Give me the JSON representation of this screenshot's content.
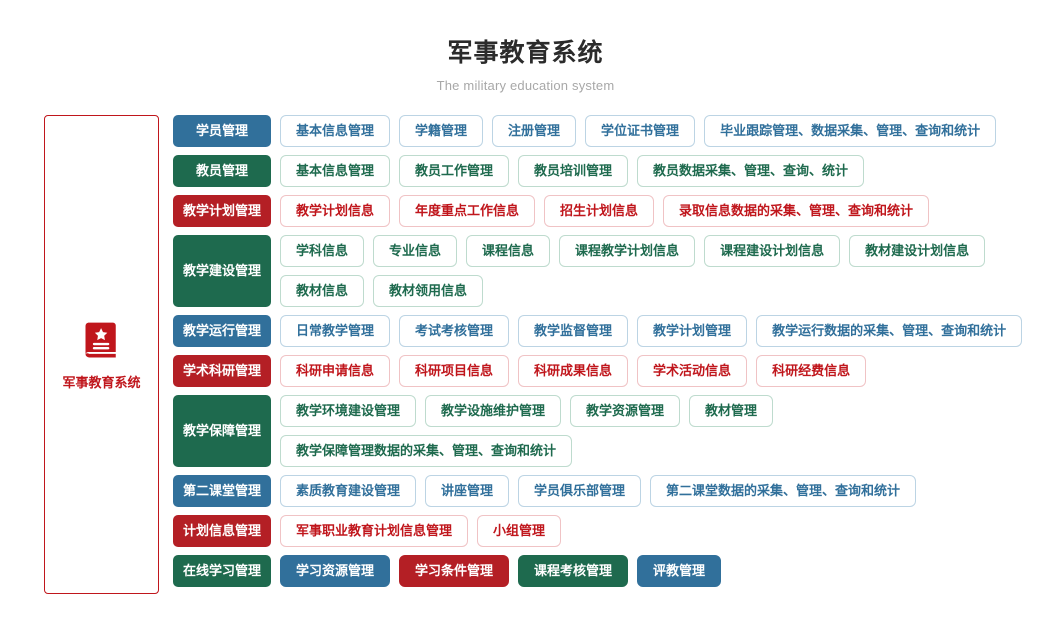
{
  "header": {
    "title": "军事教育系统",
    "subtitle": "The military education system"
  },
  "root": {
    "label": "军事教育系统",
    "icon": "book-star-icon",
    "border_color": "#c0161c",
    "text_color": "#c0161c"
  },
  "colors": {
    "blue": "#31709b",
    "green": "#1e6a4e",
    "red": "#b41f25",
    "red_text": "#c0161c",
    "title": "#2b2b2b",
    "subtitle": "#a8a8a8"
  },
  "rows": [
    {
      "category": "学员管理",
      "theme": "blue",
      "items": [
        {
          "label": "基本信息管理",
          "style": "outline",
          "theme": "blue"
        },
        {
          "label": "学籍管理",
          "style": "outline",
          "theme": "blue"
        },
        {
          "label": "注册管理",
          "style": "outline",
          "theme": "blue"
        },
        {
          "label": "学位证书管理",
          "style": "outline",
          "theme": "blue"
        },
        {
          "label": "毕业跟踪管理、数据采集、管理、查询和统计",
          "style": "outline",
          "theme": "blue"
        }
      ]
    },
    {
      "category": "教员管理",
      "theme": "green",
      "items": [
        {
          "label": "基本信息管理",
          "style": "outline",
          "theme": "green"
        },
        {
          "label": "教员工作管理",
          "style": "outline",
          "theme": "green"
        },
        {
          "label": "教员培训管理",
          "style": "outline",
          "theme": "green"
        },
        {
          "label": "教员数据采集、管理、查询、统计",
          "style": "outline",
          "theme": "green"
        }
      ]
    },
    {
      "category": "教学计划管理",
      "theme": "red",
      "items": [
        {
          "label": "教学计划信息",
          "style": "outline",
          "theme": "red"
        },
        {
          "label": "年度重点工作信息",
          "style": "outline",
          "theme": "red"
        },
        {
          "label": "招生计划信息",
          "style": "outline",
          "theme": "red"
        },
        {
          "label": "录取信息数据的采集、管理、查询和统计",
          "style": "outline",
          "theme": "red"
        }
      ]
    },
    {
      "category": "教学建设管理",
      "theme": "green",
      "tall": true,
      "items": [
        {
          "label": "学科信息",
          "style": "outline",
          "theme": "green"
        },
        {
          "label": "专业信息",
          "style": "outline",
          "theme": "green"
        },
        {
          "label": "课程信息",
          "style": "outline",
          "theme": "green"
        },
        {
          "label": "课程教学计划信息",
          "style": "outline",
          "theme": "green"
        },
        {
          "label": "课程建设计划信息",
          "style": "outline",
          "theme": "green"
        },
        {
          "label": "教材建设计划信息",
          "style": "outline",
          "theme": "green"
        },
        {
          "label": "教材信息",
          "style": "outline",
          "theme": "green"
        },
        {
          "label": "教材领用信息",
          "style": "outline",
          "theme": "green"
        }
      ]
    },
    {
      "category": "教学运行管理",
      "theme": "blue",
      "items": [
        {
          "label": "日常教学管理",
          "style": "outline",
          "theme": "blue"
        },
        {
          "label": "考试考核管理",
          "style": "outline",
          "theme": "blue"
        },
        {
          "label": "教学监督管理",
          "style": "outline",
          "theme": "blue"
        },
        {
          "label": "教学计划管理",
          "style": "outline",
          "theme": "blue"
        },
        {
          "label": "教学运行数据的采集、管理、查询和统计",
          "style": "outline",
          "theme": "blue"
        }
      ]
    },
    {
      "category": "学术科研管理",
      "theme": "red",
      "items": [
        {
          "label": "科研申请信息",
          "style": "outline",
          "theme": "red"
        },
        {
          "label": "科研项目信息",
          "style": "outline",
          "theme": "red"
        },
        {
          "label": "科研成果信息",
          "style": "outline",
          "theme": "red"
        },
        {
          "label": "学术活动信息",
          "style": "outline",
          "theme": "red"
        },
        {
          "label": "科研经费信息",
          "style": "outline",
          "theme": "red"
        }
      ]
    },
    {
      "category": "教学保障管理",
      "theme": "green",
      "items": [
        {
          "label": "教学环境建设管理",
          "style": "outline",
          "theme": "green"
        },
        {
          "label": "教学设施维护管理",
          "style": "outline",
          "theme": "green"
        },
        {
          "label": "教学资源管理",
          "style": "outline",
          "theme": "green"
        },
        {
          "label": "教材管理",
          "style": "outline",
          "theme": "green"
        },
        {
          "label": "教学保障管理数据的采集、管理、查询和统计",
          "style": "outline",
          "theme": "green"
        }
      ]
    },
    {
      "category": "第二课堂管理",
      "theme": "blue",
      "items": [
        {
          "label": "素质教育建设管理",
          "style": "outline",
          "theme": "blue"
        },
        {
          "label": "讲座管理",
          "style": "outline",
          "theme": "blue"
        },
        {
          "label": "学员俱乐部管理",
          "style": "outline",
          "theme": "blue"
        },
        {
          "label": "第二课堂数据的采集、管理、查询和统计",
          "style": "outline",
          "theme": "blue"
        }
      ]
    },
    {
      "category": "计划信息管理",
      "theme": "red",
      "items": [
        {
          "label": "军事职业教育计划信息管理",
          "style": "outline",
          "theme": "red"
        },
        {
          "label": "小组管理",
          "style": "outline",
          "theme": "red"
        }
      ]
    },
    {
      "category": "在线学习管理",
      "theme": "green",
      "items": [
        {
          "label": "学习资源管理",
          "style": "filled",
          "theme": "blue"
        },
        {
          "label": "学习条件管理",
          "style": "filled",
          "theme": "red"
        },
        {
          "label": "课程考核管理",
          "style": "filled",
          "theme": "green"
        },
        {
          "label": "评教管理",
          "style": "filled",
          "theme": "blue"
        }
      ]
    }
  ]
}
